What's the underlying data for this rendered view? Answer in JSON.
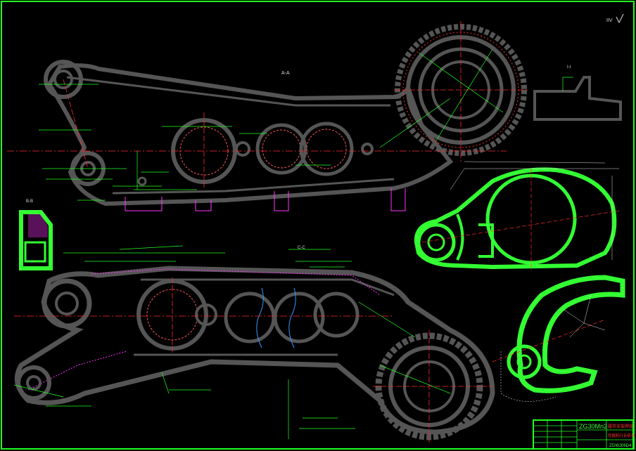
{
  "drawing": {
    "title_block": {
      "material": "ZG30Mn2",
      "drawing_number": "ZGWJ06D4",
      "part_name": "履带支架焊接",
      "subtitle": "挖掘机行走机构"
    },
    "section_labels": {
      "upper_view": "A-A",
      "lower_left_view": "B-B",
      "lower_mid_view": "C-C",
      "side_detail": "I-I",
      "corner_mark": "IIV"
    },
    "colors": {
      "background": "#000000",
      "frame": "#22ff22",
      "outline": "#555555",
      "centerline": "#ff2a2a",
      "dimension": "#22ff22",
      "hatch": "#ff33ff",
      "highlight": "#33ff33",
      "annotation_white": "#dddddd",
      "blue_marks": "#3399ff"
    }
  }
}
